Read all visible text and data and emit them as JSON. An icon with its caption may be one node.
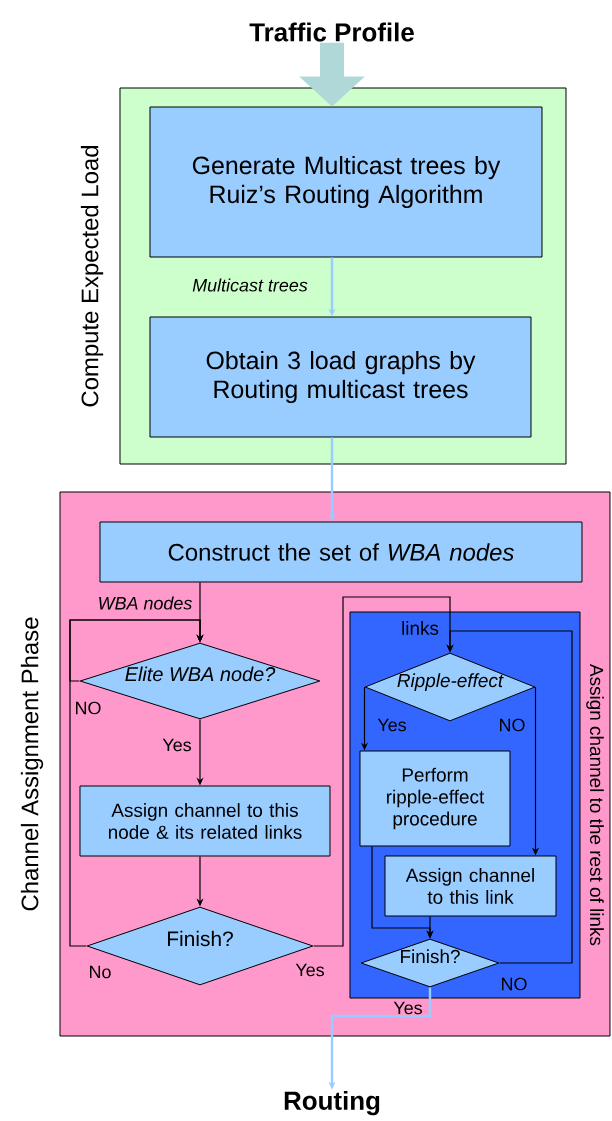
{
  "diagram": {
    "nodes": [
      {
        "text": [
          "Traffic Profile"
        ]
      },
      {
        "text": [
          "Compute Expected Load"
        ]
      },
      {
        "text": [
          "Generate Multicast trees by Ruiz’s Routing Algorithm"
        ],
        "in": 1
      },
      {
        "text": [
          "Obtain 3 load graphs by Routing multicast trees"
        ],
        "in": 1
      },
      {
        "text": [
          "Channel Assignment Phase"
        ]
      },
      {
        "text": [
          "Construct the set of *WBA nodes*"
        ],
        "in": 4
      },
      {
        "text": [
          "Elite WBA node?"
        ],
        "in": 4
      },
      {
        "text": [
          "Assign channel to this node & its related links"
        ],
        "in": 4
      },
      {
        "text": [
          "Finish?"
        ],
        "in": 4
      },
      {
        "text": [
          "Assign channel to the rest of links"
        ],
        "in": 4
      },
      {
        "text": [
          "Ripple-effect"
        ],
        "in": 9
      },
      {
        "text": [
          "Perform ripple-effect procedure"
        ],
        "in": 9
      },
      {
        "text": [
          "Assign channel to this link"
        ],
        "in": 9
      },
      {
        "text": [
          "Finish?"
        ],
        "in": 9
      },
      {
        "text": [
          "Routing"
        ]
      }
    ],
    "edges": [
      {
        "from": 0,
        "to": 2,
        "arrow": "to",
        "style": "thick",
        "color": "#b0d8d8"
      },
      {
        "from": 2,
        "to": 3,
        "arrow": "to",
        "label": "Multicast trees",
        "color": "#99ccff"
      },
      {
        "from": 3,
        "to": 5,
        "arrow": "to",
        "color": "#99ccff"
      },
      {
        "from": 5,
        "to": 6,
        "arrow": "to",
        "label": "WBA nodes"
      },
      {
        "from": 6,
        "to": 6,
        "arrow": "to",
        "label": "NO"
      },
      {
        "from": 8,
        "to": 6,
        "arrow": "to",
        "label": "No"
      },
      {
        "from": 6,
        "to": 7,
        "arrow": "to",
        "label": "Yes"
      },
      {
        "from": 7,
        "to": 8,
        "arrow": "to"
      },
      {
        "from": 8,
        "to": 10,
        "arrow": "to",
        "label": "Yes"
      },
      {
        "from": 10,
        "to": 11,
        "arrow": "to",
        "label": "Yes"
      },
      {
        "from": 10,
        "to": 12,
        "arrow": "to",
        "label": "NO"
      },
      {
        "from": 11,
        "to": 13,
        "arrow": "to"
      },
      {
        "from": 12,
        "to": 13,
        "arrow": "to"
      },
      {
        "from": 13,
        "to": 10,
        "arrow": "to",
        "label": "NO"
      },
      {
        "from": 13,
        "to": 14,
        "arrow": "to",
        "label": "Yes",
        "color": "#99ccff"
      }
    ],
    "labels": [
      "links"
    ]
  }
}
